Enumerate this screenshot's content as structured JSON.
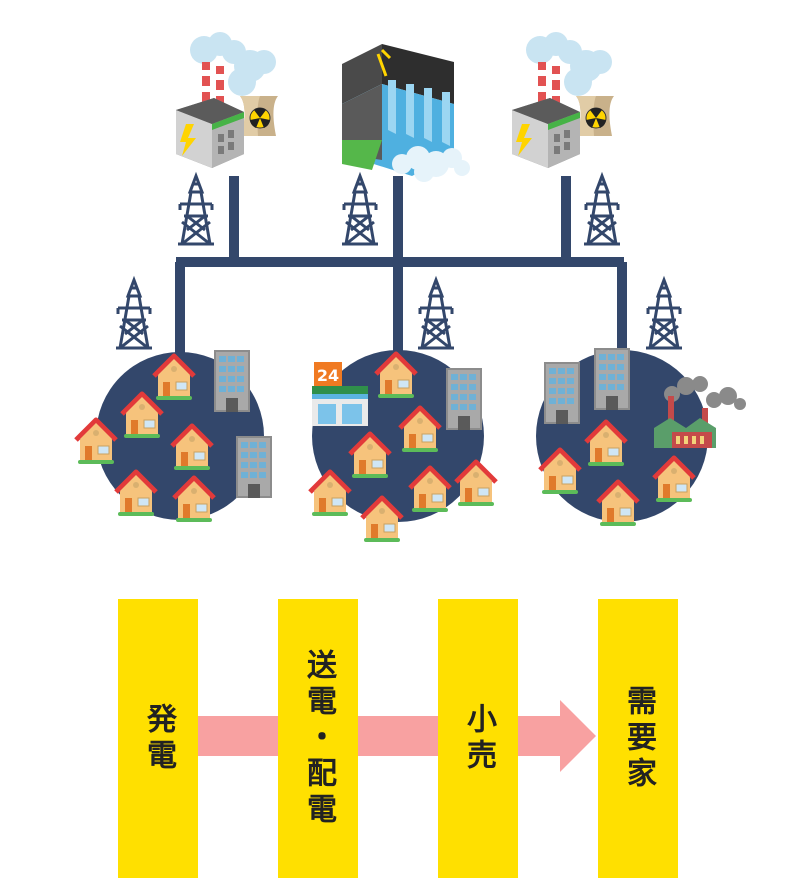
{
  "colors": {
    "grid": "#33476b",
    "house_wall": "#f6c37c",
    "house_roof": "#e23a3a",
    "stage_fill": "#ffe000",
    "arrow_fill": "#f8a1a1"
  },
  "icons": {
    "nuclear_plant": "nuclear-power-plant-icon",
    "hydro_plant": "hydroelectric-dam-icon",
    "tower": "transmission-tower-icon",
    "house": "house-icon",
    "building": "office-building-icon",
    "store": "convenience-store-icon",
    "factory": "factory-icon"
  },
  "store_sign": "24",
  "stages": [
    {
      "label": "発電"
    },
    {
      "label": "送電・配電"
    },
    {
      "label": "小売"
    },
    {
      "label": "需要家"
    }
  ]
}
